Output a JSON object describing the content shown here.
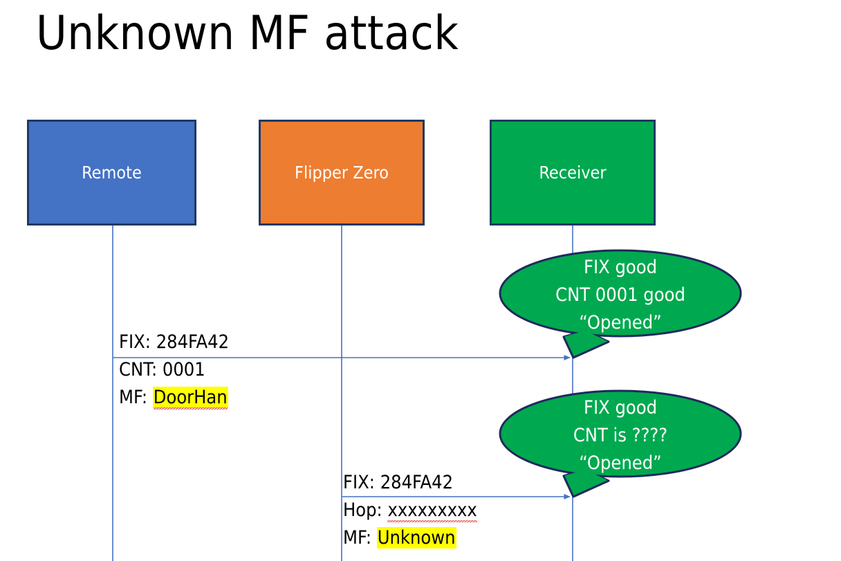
{
  "slide": {
    "title": "Unknown MF attack",
    "background": "#FFFFFF"
  },
  "colors": {
    "remote_fill": "#4472C4",
    "flipper_fill": "#ED7D31",
    "receiver_fill": "#00A94F",
    "box_border": "#1F3864",
    "bubble_fill": "#00A94F",
    "bubble_border": "#1F2A5C",
    "lifeline": "#4472C4",
    "arrow": "#4472C4",
    "highlight": "#FFFF00",
    "spellcheck_underline": "#E03A2F",
    "text": "#000000",
    "box_text": "#FFFFFF"
  },
  "actors": [
    {
      "id": "remote",
      "label": "Remote"
    },
    {
      "id": "flipper",
      "label": "Flipper Zero"
    },
    {
      "id": "receiver",
      "label": "Receiver"
    }
  ],
  "messages": [
    {
      "id": "remote-to-receiver",
      "from": "remote",
      "to": "receiver",
      "lines": [
        {
          "label": "FIX:",
          "value": "284FA42",
          "highlight": false,
          "spellcheck": false
        },
        {
          "label": "CNT:",
          "value": "0001",
          "highlight": false,
          "spellcheck": false
        },
        {
          "label": "MF:",
          "value": "DoorHan",
          "highlight": true,
          "spellcheck": true
        }
      ]
    },
    {
      "id": "flipper-to-receiver",
      "from": "flipper",
      "to": "receiver",
      "lines": [
        {
          "label": "FIX:",
          "value": "284FA42",
          "highlight": false,
          "spellcheck": false
        },
        {
          "label": "Hop:",
          "value": "xxxxxxxxx",
          "highlight": false,
          "spellcheck": true
        },
        {
          "label": "MF:",
          "value": "Unknown",
          "highlight": true,
          "spellcheck": false
        }
      ]
    }
  ],
  "callouts": [
    {
      "id": "callout-1",
      "anchor": "remote-to-receiver",
      "lines": [
        "FIX good",
        "CNT 0001 good",
        "“Opened”"
      ]
    },
    {
      "id": "callout-2",
      "anchor": "flipper-to-receiver",
      "lines": [
        "FIX good",
        "CNT is ????",
        "“Opened”"
      ]
    }
  ]
}
